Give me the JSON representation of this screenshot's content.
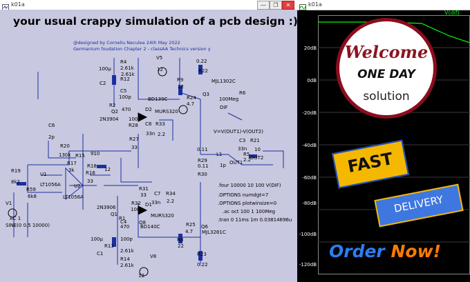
{
  "schematic_window": {
    "title": "k01a",
    "buttons": [
      "—",
      "❐",
      "✕"
    ],
    "heading": "your usual crappy simulation of a pcb design :)",
    "credit_lines": [
      "@designed by Corneliu Neculea 24th May 2022",
      "Germanium foudation Chapter 2 - classAA Technics version y"
    ],
    "components": [
      {
        "text": "R4"
      },
      {
        "text": "2.61k"
      },
      {
        "text": "100µ"
      },
      {
        "text": "2.61k"
      },
      {
        "text": "R12"
      },
      {
        "text": "C2"
      },
      {
        "text": "12"
      },
      {
        "text": "V5"
      },
      {
        "text": "0.22"
      },
      {
        "text": "R22"
      },
      {
        "text": "MJL1302C"
      },
      {
        "text": "R9"
      },
      {
        "text": "22"
      },
      {
        "text": "Q3"
      },
      {
        "text": "C5"
      },
      {
        "text": "100p"
      },
      {
        "text": "BD139C"
      },
      {
        "text": "R6"
      },
      {
        "text": "100Meg"
      },
      {
        "text": "R2"
      },
      {
        "text": "D2"
      },
      {
        "text": "Q2"
      },
      {
        "text": "470"
      },
      {
        "text": "MURS320"
      },
      {
        "text": "R24"
      },
      {
        "text": "4.7"
      },
      {
        "text": "DIF"
      },
      {
        "text": "2N3904"
      },
      {
        "text": "100"
      },
      {
        "text": "R28"
      },
      {
        "text": "C8"
      },
      {
        "text": "R33"
      },
      {
        "text": "33n"
      },
      {
        "text": "2.2"
      },
      {
        "text": "V=V(OUT1)-V(OUT2)"
      },
      {
        "text": "C6"
      },
      {
        "text": "2p"
      },
      {
        "text": "R27"
      },
      {
        "text": "33"
      },
      {
        "text": "C3"
      },
      {
        "text": "R21"
      },
      {
        "text": "33n"
      },
      {
        "text": "10"
      },
      {
        "text": "R20"
      },
      {
        "text": "130k"
      },
      {
        "text": "0.11"
      },
      {
        "text": "L1"
      },
      {
        "text": "R5"
      },
      {
        "text": "2.2"
      },
      {
        "text": "R15"
      },
      {
        "text": "910"
      },
      {
        "text": "R29"
      },
      {
        "text": "1p"
      },
      {
        "text": "OUT1"
      },
      {
        "text": "OUT2"
      },
      {
        "text": "R17"
      },
      {
        "text": "3k"
      },
      {
        "text": "R18"
      },
      {
        "text": "12"
      },
      {
        "text": "0.11"
      },
      {
        "text": "R16"
      },
      {
        "text": "33"
      },
      {
        "text": "R30"
      },
      {
        "text": "R19"
      },
      {
        "text": "8k2"
      },
      {
        "text": "U1"
      },
      {
        "text": "U2"
      },
      {
        "text": "R59"
      },
      {
        "text": "6k8"
      },
      {
        "text": "LT1056A"
      },
      {
        "text": "LT1056A"
      },
      {
        "text": "V1"
      },
      {
        "text": "AC 1"
      },
      {
        "text": "SINE(0 0.5 10000)"
      },
      {
        "text": "R31"
      },
      {
        "text": "33"
      },
      {
        "text": "C7"
      },
      {
        "text": "R34"
      },
      {
        "text": "33n"
      },
      {
        "text": "2.2"
      },
      {
        "text": "2N3906"
      },
      {
        "text": "R32"
      },
      {
        "text": "D1"
      },
      {
        "text": "Q1"
      },
      {
        "text": "100"
      },
      {
        "text": "R1"
      },
      {
        "text": "MURS320"
      },
      {
        "text": "C4"
      },
      {
        "text": "470"
      },
      {
        "text": "Q8"
      },
      {
        "text": "BD140C"
      },
      {
        "text": "R25"
      },
      {
        "text": "Q6"
      },
      {
        "text": "4.7"
      },
      {
        "text": "MJL3281C"
      },
      {
        "text": "100p"
      },
      {
        "text": "R8"
      },
      {
        "text": "22"
      },
      {
        "text": "100µ"
      },
      {
        "text": "R13"
      },
      {
        "text": "C1"
      },
      {
        "text": "2.61k"
      },
      {
        "text": "R14"
      },
      {
        "text": "2.61k"
      },
      {
        "text": "V8"
      },
      {
        "text": "12"
      },
      {
        "text": "R23"
      },
      {
        "text": "0.22"
      }
    ],
    "spice_directives": [
      ".four 10000 10 100 V(DIF)",
      ".OPTIONS numdgt=7",
      ".OPTIONS plotwinsize=0",
      ".ac oct 100 1 100Meg",
      ".tran 0 11ms 1m 0.03814696u"
    ]
  },
  "waveform_window": {
    "title": "k01a",
    "trace_label": "V(dif)",
    "y_ticks": [
      "20dB",
      "0dB",
      "-20dB",
      "-40dB",
      "-60dB",
      "-80dB",
      "-100dB",
      "-120dB"
    ],
    "trace_color": "#00ff00"
  },
  "promo": {
    "welcome": "Welcome",
    "one_day": "ONE DAY",
    "solution": "solution",
    "fast": "FAST",
    "delivery": "DELIVERY",
    "order_word1": "Order",
    "order_word2": "Now!",
    "colors": {
      "maroon": "#8b0d1e",
      "yellow": "#f5b800",
      "blue": "#3f77e0",
      "orange": "#ff7a00"
    }
  }
}
